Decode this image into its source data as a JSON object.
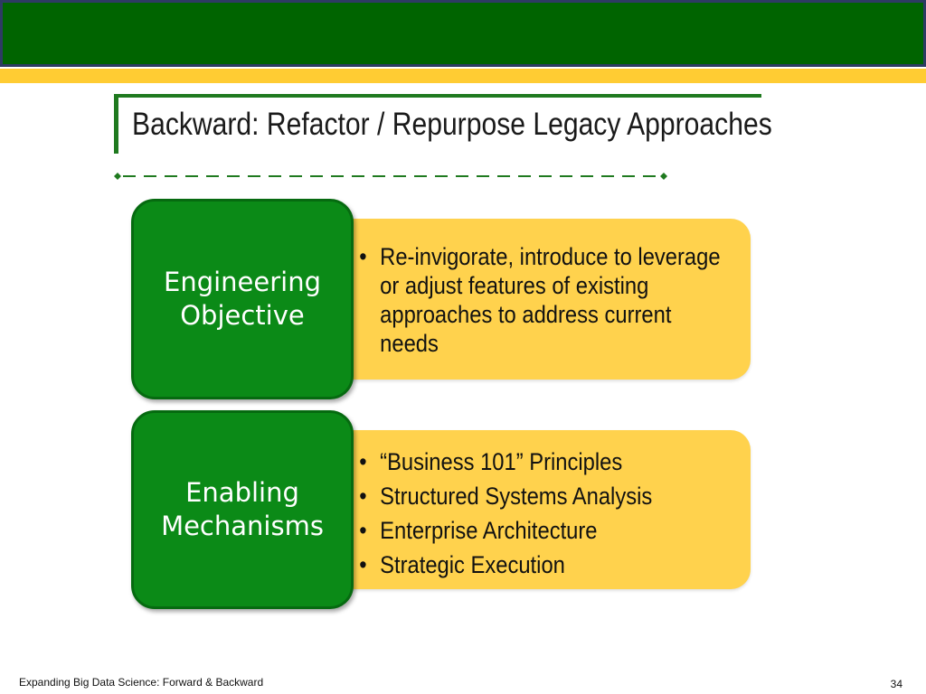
{
  "slide": {
    "title": "Backward: Refactor / Repurpose Legacy Approaches",
    "colors": {
      "header_green": "#006400",
      "header_border": "#2e3b63",
      "gold": "#ffcc33",
      "box_green": "#0b8a17",
      "box_gold": "#ffd24d"
    }
  },
  "cards": [
    {
      "heading": "Engineering\nObjective",
      "bullets": [
        "Re-invigorate, introduce to leverage or adjust features of existing approaches to address current needs"
      ]
    },
    {
      "heading": "Enabling\nMechanisms",
      "bullets": [
        "“Business 101” Principles",
        "Structured Systems Analysis",
        "Enterprise Architecture",
        "Strategic Execution"
      ]
    }
  ],
  "footer": {
    "text": "Expanding Big Data Science: Forward & Backward",
    "page_number": "34"
  }
}
